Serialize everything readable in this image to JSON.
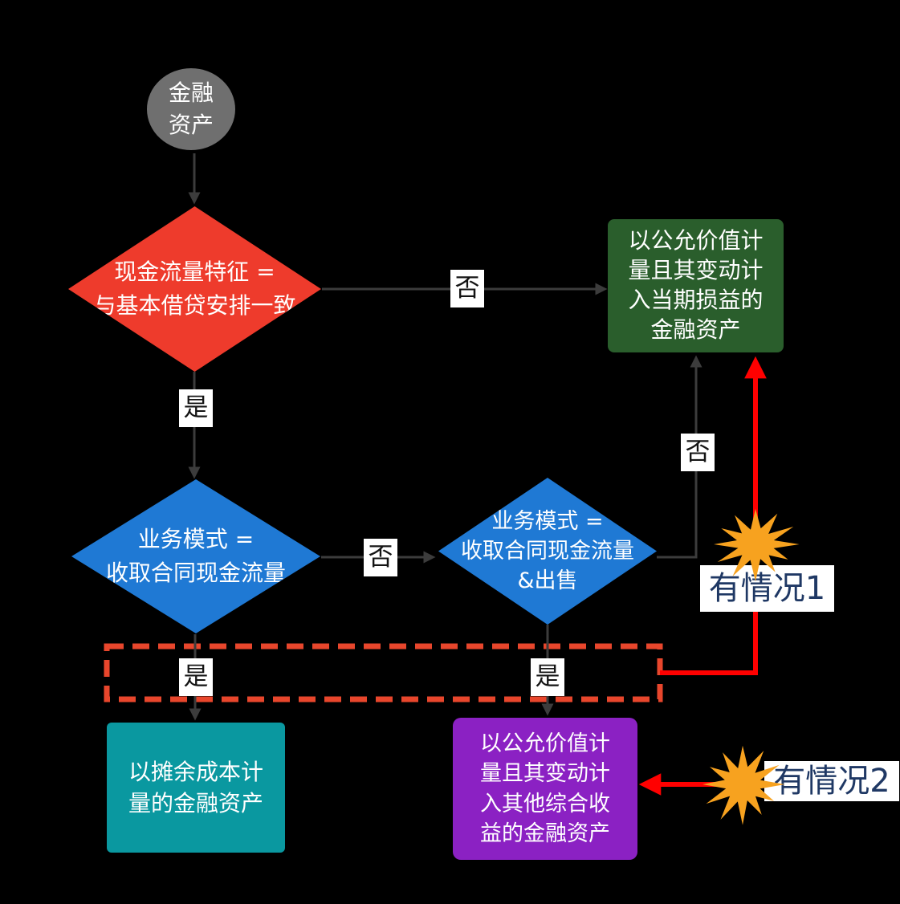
{
  "diagram": {
    "nodes": {
      "start": "金融\n资产",
      "cashflow_test": "现金流量特征 =\n与基本借贷安排一致",
      "fvtpl": "以公允价值计\n量且其变动计\n入当期损益的\n金融资产",
      "bm_collect": "业务模式 =\n收取合同现金流量",
      "bm_collect_sell": "业务模式 =\n收取合同现金流量\n&出售",
      "amortized_cost": "以摊余成本计\n量的金融资产",
      "fvoci": "以公允价值计\n量且其变动计\n入其他综合收\n益的金融资产"
    },
    "edge_labels": {
      "no": "否",
      "yes": "是"
    },
    "callouts": {
      "case1": "有情况1",
      "case2": "有情况2"
    },
    "colors": {
      "background": "#000000",
      "start_fill": "#6f6f6f",
      "cashflow_diamond_fill": "#ee3b2c",
      "business_diamond_fill": "#1f79d4",
      "fvtpl_fill": "#2a5e2c",
      "amortized_fill": "#0a98a0",
      "fvoci_fill": "#8b21c3",
      "starburst_fill": "#f7a21f",
      "highlight_arrow": "#ff0000",
      "dashed_group_box": "#e8462c",
      "connector": "#3c3c3c",
      "callout_text": "#1f3864"
    }
  }
}
